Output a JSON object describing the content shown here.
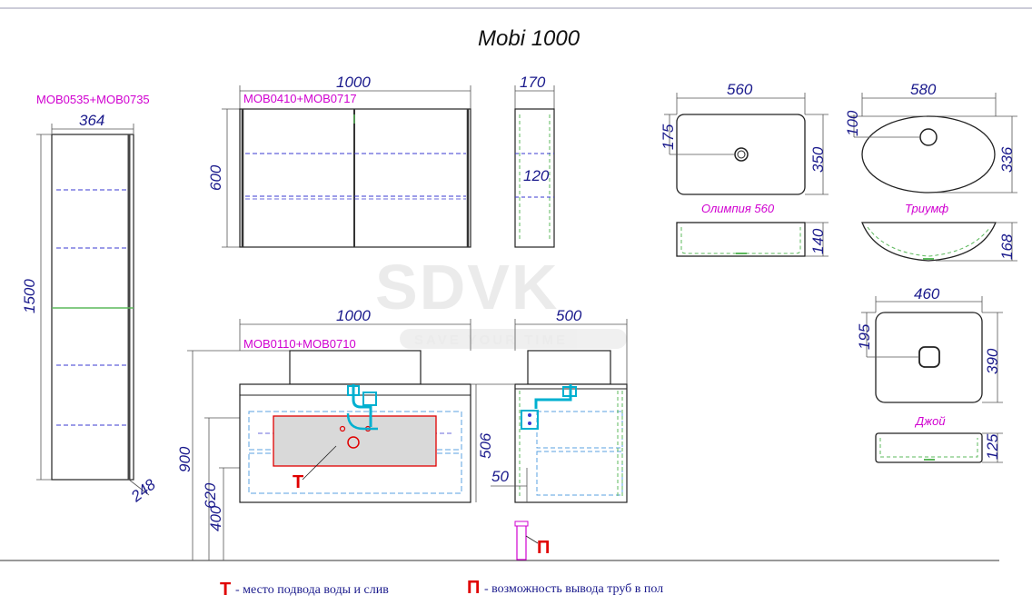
{
  "title": "Mobi 1000",
  "watermark": {
    "brand": "SDVK",
    "tagline": "SAVE YOUR TIME"
  },
  "pencil_case": {
    "code": "MOB0535+MOB0735",
    "width": "364",
    "height": "1500",
    "depth": "248"
  },
  "mirror_cabinet": {
    "code": "MOB0410+MOB0717",
    "width": "1000",
    "height": "600",
    "depth": "170",
    "shelf": "120"
  },
  "vanity": {
    "code": "MOB0110+MOB0710",
    "width": "1000",
    "depth": "500",
    "h_total": "900",
    "h_620": "620",
    "h_400": "400",
    "h_506": "506",
    "h_50": "50",
    "mark_t": "T",
    "mark_p": "П"
  },
  "basins": {
    "olimpia": {
      "name": "Олимпия 560",
      "width": "560",
      "depth": "350",
      "drain": "175",
      "height": "140"
    },
    "triumf": {
      "name": "Триумф",
      "width": "580",
      "depth": "336",
      "drain": "100",
      "height": "168"
    },
    "joy": {
      "name": "Джой",
      "width": "460",
      "depth": "390",
      "drain": "195",
      "height": "125"
    }
  },
  "legend": {
    "t_mark": "T",
    "t_text": "- место подвода воды и слив",
    "p_mark": "П",
    "p_text": "- возможность вывода труб в пол"
  },
  "colors": {
    "dimension": "#1a1a8c",
    "code": "#d000d0",
    "marker": "#e00000",
    "pipes": "#00b0d0",
    "shelf_dash": "#3a3ad0",
    "green": "#5cb85c"
  }
}
